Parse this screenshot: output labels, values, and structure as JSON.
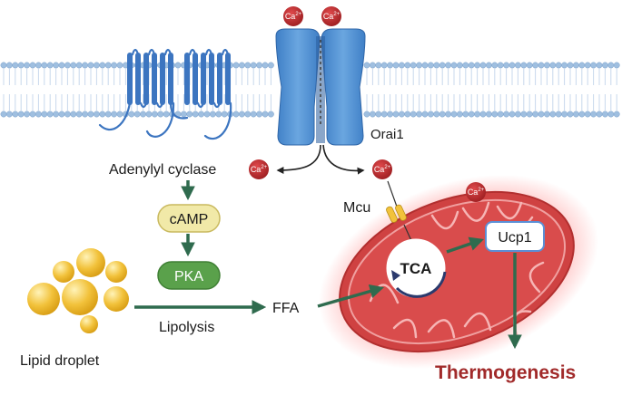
{
  "labels": {
    "adenylyl_cyclase": "Adenylyl cyclase",
    "orai1": "Orai1",
    "camp": "cAMP",
    "pka": "PKA",
    "lipolysis": "Lipolysis",
    "ffa": "FFA",
    "lipid_droplet": "Lipid droplet",
    "mcu": "Mcu",
    "ucp1": "Ucp1",
    "tca": "TCA",
    "thermogenesis": "Thermogenesis"
  },
  "ion_label": "Ca",
  "ion_charge": "2+",
  "colors": {
    "membrane_head": "#9fbfe0",
    "receptor": "#3c75c0",
    "channel": "#4f8fd1",
    "ion": "#c0282b",
    "camp_fill": "#f1e9a8",
    "pka_fill": "#5aa14b",
    "arrow_green": "#2f6b4e",
    "mito_outer": "#cf4242",
    "mito_inner": "#e25656",
    "thermogenesis": "#a12a2a",
    "ucp1_border": "#5b8fd6",
    "lipid": "#f2c23b"
  }
}
